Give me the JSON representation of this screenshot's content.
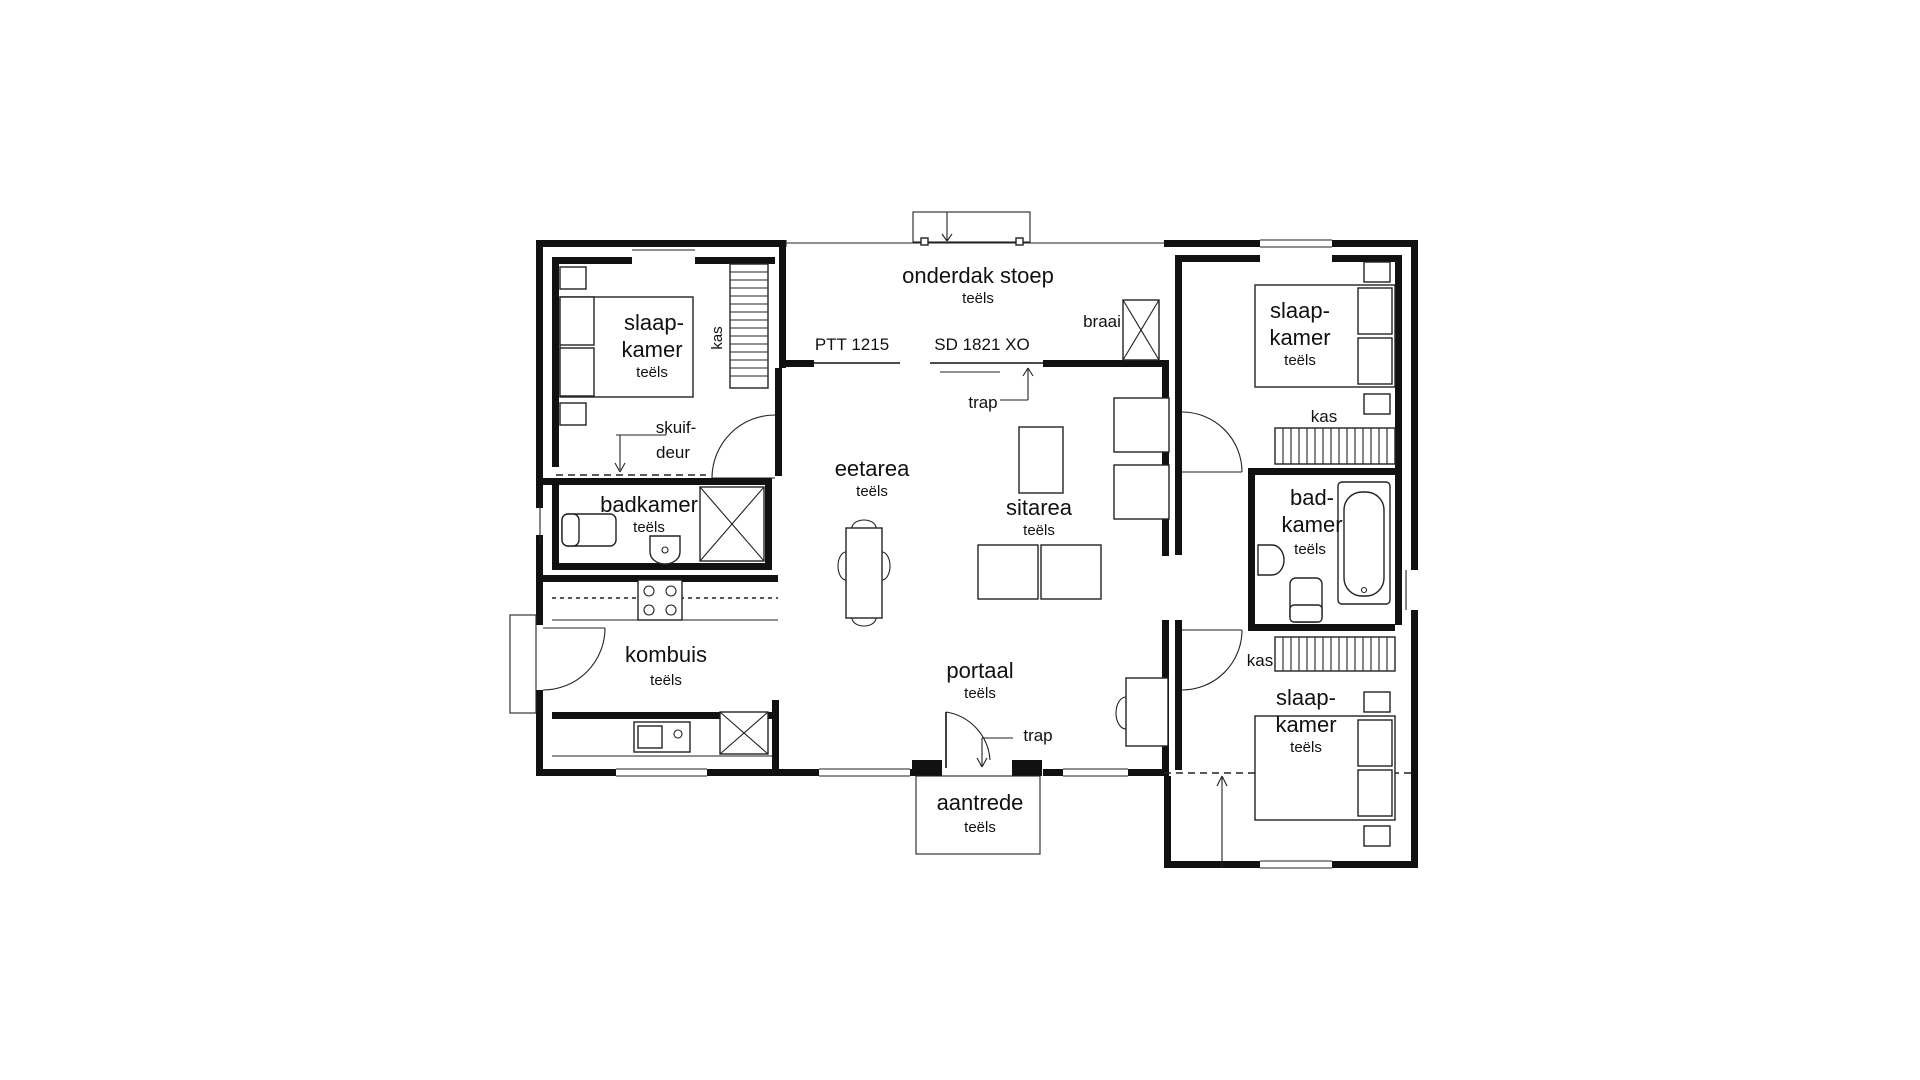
{
  "rooms": {
    "stoep": {
      "name": "onderdak stoep",
      "finish": "teëls"
    },
    "bed_tl": {
      "line1": "slaap-",
      "line2": "kamer",
      "finish": "teëls"
    },
    "bed_tr": {
      "line1": "slaap-",
      "line2": "kamer",
      "finish": "teëls"
    },
    "bed_br": {
      "line1": "slaap-",
      "line2": "kamer",
      "finish": "teëls"
    },
    "bath_l": {
      "name": "badkamer",
      "finish": "teëls"
    },
    "bath_r": {
      "line1": "bad-",
      "line2": "kamer",
      "finish": "teëls"
    },
    "dining": {
      "name": "eetarea",
      "finish": "teëls"
    },
    "sitting": {
      "name": "sitarea",
      "finish": "teëls"
    },
    "kitchen": {
      "name": "kombuis",
      "finish": "teëls"
    },
    "hall": {
      "name": "portaal",
      "finish": "teëls"
    },
    "entrance": {
      "name": "aantrede",
      "finish": "teëls"
    }
  },
  "notes": {
    "kas_left": "kas",
    "kas_tr": "kas",
    "kas_br": "kas",
    "braai": "braai",
    "ptt": "PTT 1215",
    "sd": "SD 1821 XO",
    "trap_top": "trap",
    "trap_bottom": "trap",
    "skuif1": "skuif-",
    "skuif2": "deur"
  }
}
